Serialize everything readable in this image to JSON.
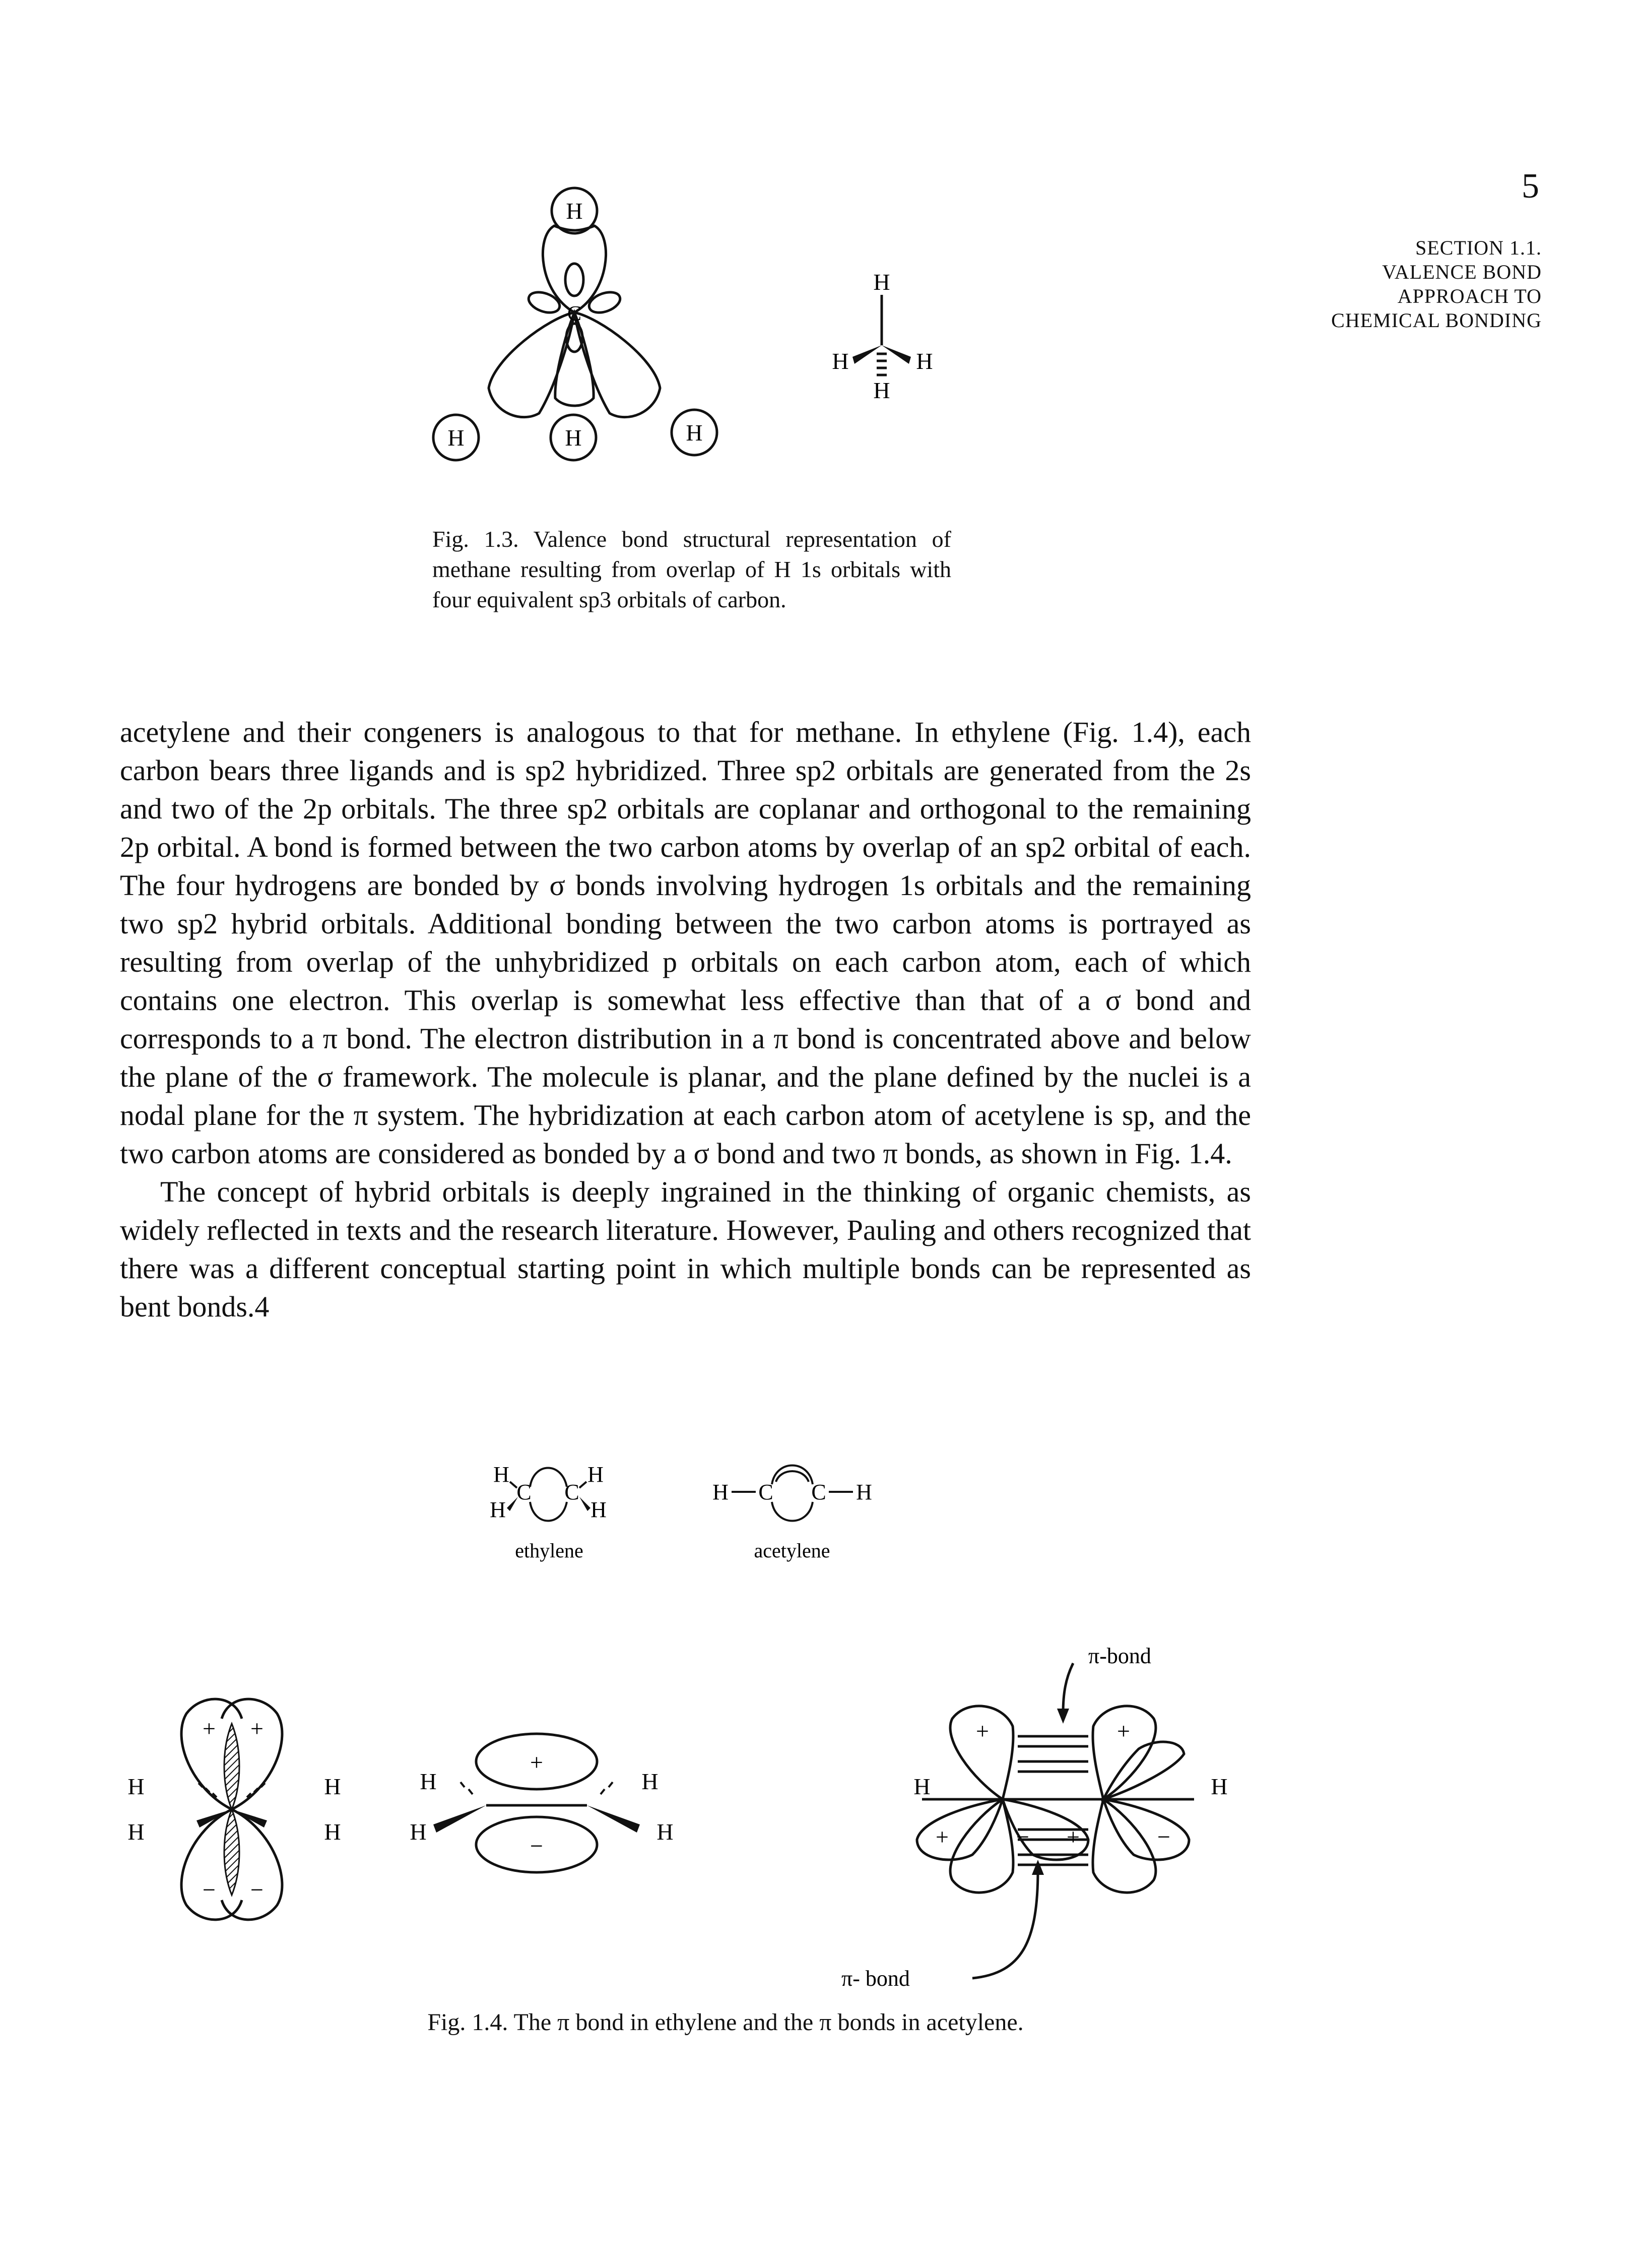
{
  "page_number": "5",
  "running_head": [
    "SECTION 1.1.",
    "VALENCE BOND",
    "APPROACH TO",
    "CHEMICAL BONDING"
  ],
  "fig13": {
    "atom_labels": {
      "h": "H",
      "c": "C"
    },
    "caption_label": "Fig. 1.3.",
    "caption_text": "Valence bond structural representation of methane resulting from overlap of H 1s orbitals with four equivalent sp3 orbitals of carbon."
  },
  "body_paragraphs": [
    "acetylene and their congeners is analogous to that for methane. In ethylene (Fig. 1.4), each carbon bears three ligands and is sp2 hybridized. Three sp2 orbitals are generated from the 2s and two of the 2p orbitals. The three sp2 orbitals are coplanar and orthogonal to the remaining 2p orbital. A bond is formed between the two carbon atoms by overlap of an sp2 orbital of each. The four hydrogens are bonded by σ bonds involving hydrogen 1s orbitals and the remaining two sp2 hybrid orbitals. Additional bonding between the two carbon atoms is portrayed as resulting from overlap of the unhybridized p orbitals on each carbon atom, each of which contains one electron. This overlap is somewhat less effective than that of a σ bond and corresponds to a π bond. The electron distribution in a π bond is concentrated above and below the plane of the σ framework. The molecule is planar, and the plane defined by the nuclei is a nodal plane for the π system. The hybridization at each carbon atom of acetylene is sp, and the two carbon atoms are considered as bonded by a σ bond and two π bonds, as shown in Fig. 1.4.",
    "The concept of hybrid orbitals is deeply ingrained in the thinking of organic chemists, as widely reflected in texts and the research literature. However, Pauling and others recognized that there was a different conceptual starting point in which multiple bonds can be represented as bent bonds.4"
  ],
  "fig14": {
    "ethylene_label": "ethylene",
    "acetylene_label": "acetylene",
    "pi_bond_top": "π-bond",
    "pi_bond_bottom": "π- bond",
    "plus": "+",
    "minus": "−",
    "caption": "Fig. 1.4. The π bond in ethylene and the π bonds in acetylene."
  }
}
